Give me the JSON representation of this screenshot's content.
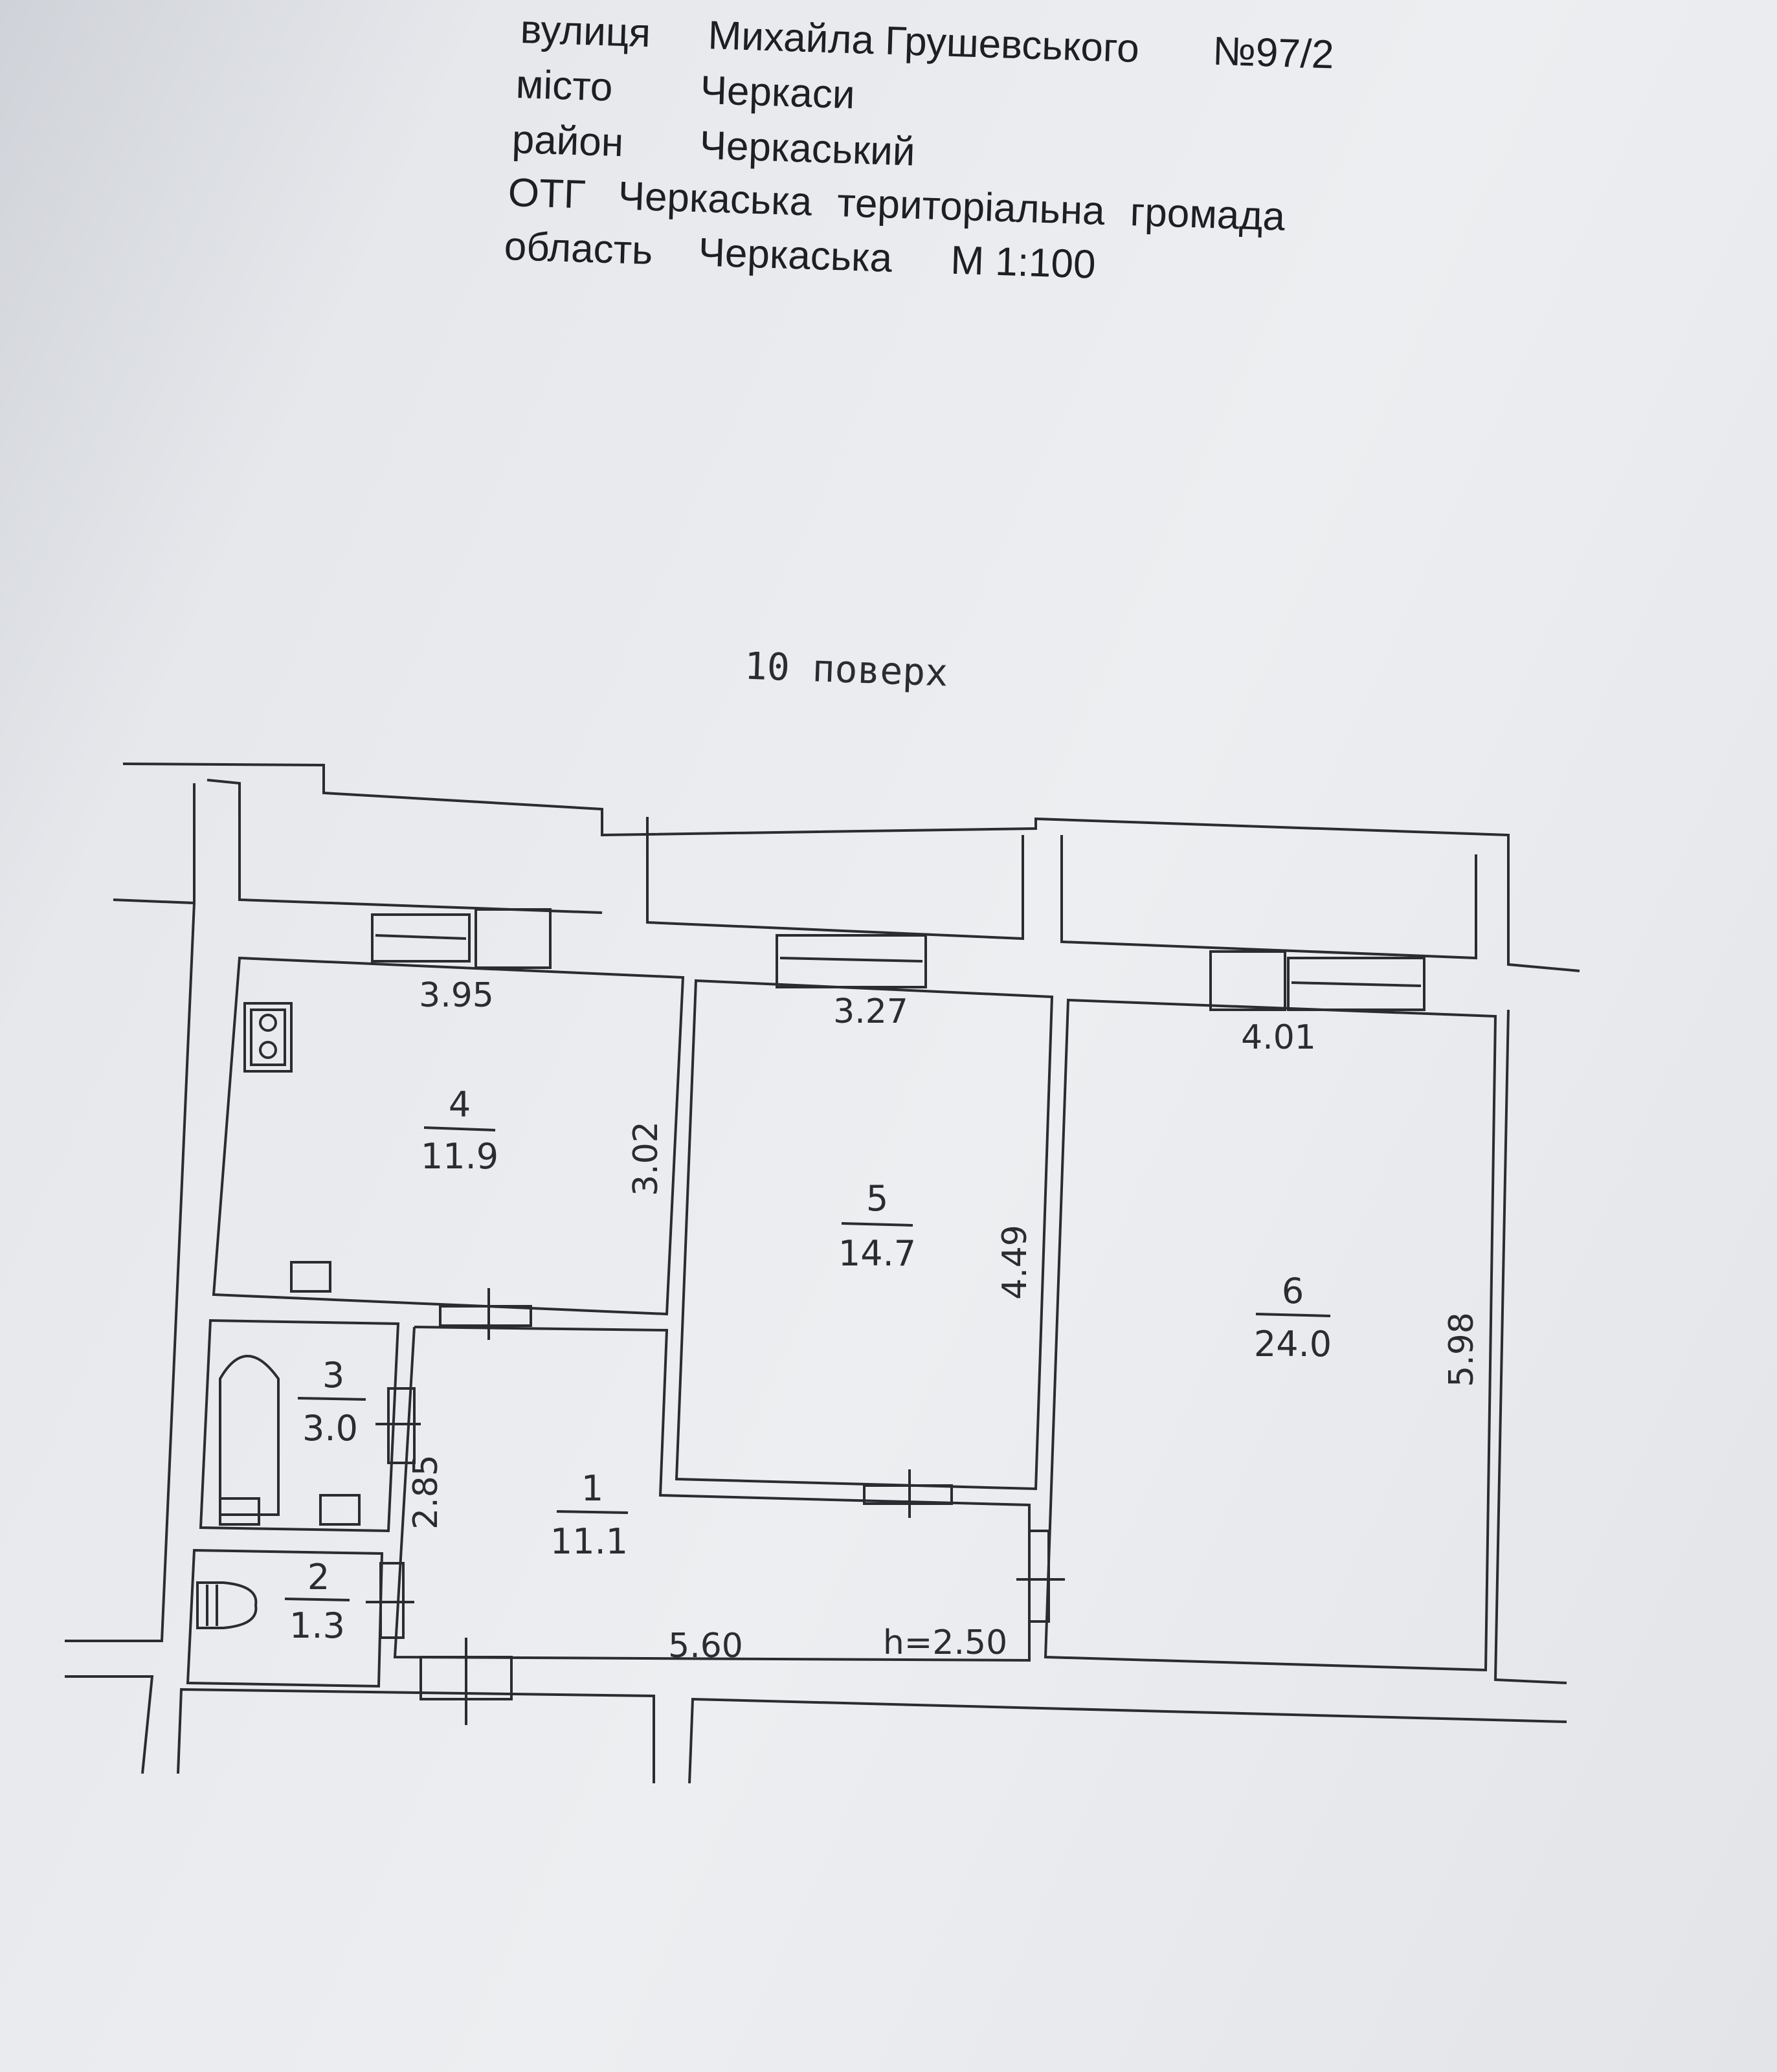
{
  "header": {
    "street_label": "вулиця",
    "street_value": "Михайла Грушевського",
    "house_number": "№97/2",
    "city_label": "місто",
    "city_value": "Черкаси",
    "district_label": "район",
    "district_value": "Черкаський",
    "community_label": "ОТГ",
    "community_value": "Черкаська територіальна громада",
    "region_label": "область",
    "region_value": "Черкаська",
    "scale": "М 1:100"
  },
  "plan": {
    "floor_title": "10 поверх",
    "ceiling_height": "h=2.50",
    "rooms": [
      {
        "number": "1",
        "area": "11.1"
      },
      {
        "number": "2",
        "area": "1.3"
      },
      {
        "number": "3",
        "area": "3.0"
      },
      {
        "number": "4",
        "area": "11.9"
      },
      {
        "number": "5",
        "area": "14.7"
      },
      {
        "number": "6",
        "area": "24.0"
      }
    ],
    "dimensions": {
      "room4_width": "3.95",
      "room4_depth": "3.02",
      "room5_width": "3.27",
      "room5_depth": "4.49",
      "room6_width": "4.01",
      "room6_depth": "5.98",
      "hall_length": "5.60",
      "hall_depth": "2.85"
    },
    "colors": {
      "line": "#2a2c32",
      "paper": "#eceef1"
    }
  }
}
